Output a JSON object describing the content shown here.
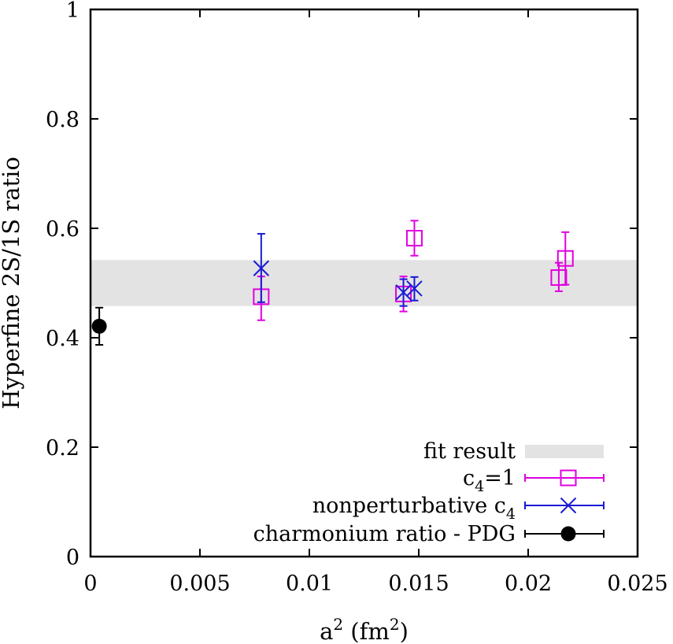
{
  "chart_data": {
    "type": "scatter",
    "title": "",
    "xlabel": "a",
    "xlabel_sup": "2",
    "xlabel_rest": " (fm",
    "xlabel_sup2": "2",
    "xlabel_end": ")",
    "ylabel": "Hyperfine 2S/1S ratio",
    "xlim": [
      0,
      0.025
    ],
    "ylim": [
      0,
      1
    ],
    "xticks": [
      {
        "value": 0,
        "label": "0"
      },
      {
        "value": 0.005,
        "label": "0.005"
      },
      {
        "value": 0.01,
        "label": "0.01"
      },
      {
        "value": 0.015,
        "label": "0.015"
      },
      {
        "value": 0.02,
        "label": "0.02"
      },
      {
        "value": 0.025,
        "label": "0.025"
      }
    ],
    "yticks": [
      {
        "value": 0,
        "label": "0"
      },
      {
        "value": 0.2,
        "label": "0.2"
      },
      {
        "value": 0.4,
        "label": "0.4"
      },
      {
        "value": 0.6,
        "label": "0.6"
      },
      {
        "value": 0.8,
        "label": "0.8"
      },
      {
        "value": 1,
        "label": "1"
      }
    ],
    "grid": false,
    "legend_position": "bottom-right",
    "band": {
      "name": "fit result",
      "y_low": 0.458,
      "y_high": 0.542,
      "color": "#e3e3e3"
    },
    "series": [
      {
        "name": "c",
        "name_sub": "4",
        "name_tail": "=1",
        "marker": "square",
        "color": "#e000e0",
        "points": [
          {
            "x": 0.0078,
            "y": 0.475,
            "ylo": 0.432,
            "yhi": 0.512
          },
          {
            "x": 0.0143,
            "y": 0.48,
            "ylo": 0.448,
            "yhi": 0.512
          },
          {
            "x": 0.0148,
            "y": 0.582,
            "ylo": 0.55,
            "yhi": 0.614
          },
          {
            "x": 0.0214,
            "y": 0.51,
            "ylo": 0.485,
            "yhi": 0.537
          },
          {
            "x": 0.0217,
            "y": 0.545,
            "ylo": 0.497,
            "yhi": 0.593
          }
        ]
      },
      {
        "name": "nonperturbative c",
        "name_sub": "4",
        "name_tail": "",
        "marker": "x",
        "color": "#1a1ad6",
        "points": [
          {
            "x": 0.0078,
            "y": 0.527,
            "ylo": 0.465,
            "yhi": 0.59
          },
          {
            "x": 0.0143,
            "y": 0.483,
            "ylo": 0.458,
            "yhi": 0.507
          },
          {
            "x": 0.0148,
            "y": 0.49,
            "ylo": 0.468,
            "yhi": 0.511
          }
        ]
      },
      {
        "name": "charmonium ratio - PDG",
        "name_sub": "",
        "name_tail": "",
        "marker": "circle",
        "color": "#000000",
        "points": [
          {
            "x": 0.0004,
            "y": 0.421,
            "ylo": 0.387,
            "yhi": 0.455
          }
        ]
      }
    ]
  }
}
